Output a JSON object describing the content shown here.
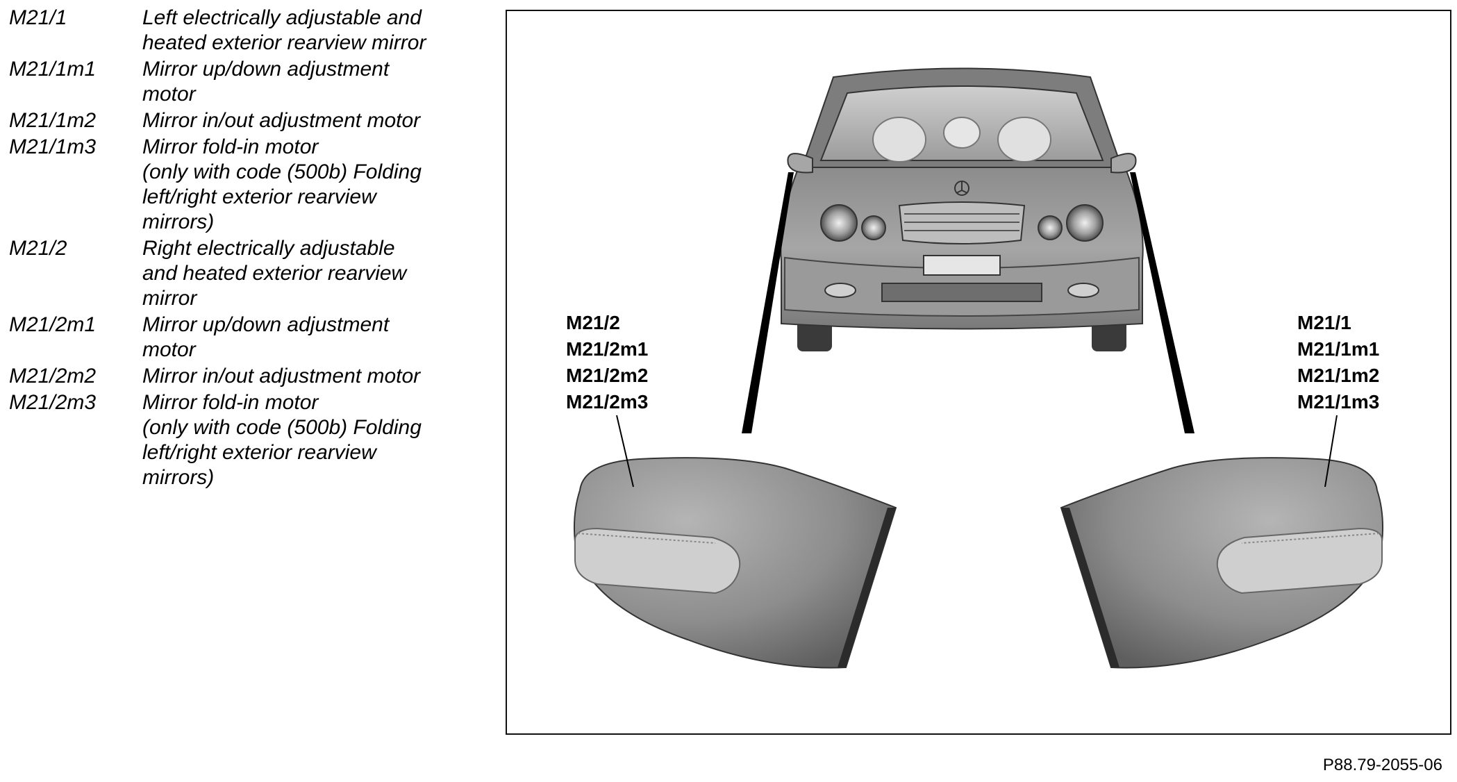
{
  "legend": [
    {
      "code": "M21/1",
      "desc": "Left electrically adjustable and\nheated exterior rearview mirror"
    },
    {
      "code": "M21/1m1",
      "desc": "Mirror up/down adjustment\nmotor"
    },
    {
      "code": "M21/1m2",
      "desc": "Mirror in/out adjustment motor"
    },
    {
      "code": "M21/1m3",
      "desc": "Mirror fold-in motor\n(only with code (500b) Folding\nleft/right exterior rearview\nmirrors)"
    },
    {
      "code": "M21/2",
      "desc": "Right electrically adjustable\nand heated exterior rearview\nmirror"
    },
    {
      "code": "M21/2m1",
      "desc": "Mirror up/down adjustment\nmotor"
    },
    {
      "code": "M21/2m2",
      "desc": "Mirror in/out adjustment motor"
    },
    {
      "code": "M21/2m3",
      "desc": "Mirror fold-in motor\n(only with code (500b) Folding\nleft/right exterior rearview\nmirrors)"
    }
  ],
  "callouts": {
    "left": [
      "M21/2",
      "M21/2m1",
      "M21/2m2",
      "M21/2m3"
    ],
    "right": [
      "M21/1",
      "M21/1m1",
      "M21/1m2",
      "M21/1m3"
    ]
  },
  "figure_id": "P88.79-2055-06"
}
